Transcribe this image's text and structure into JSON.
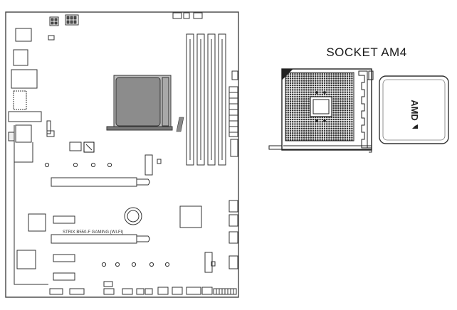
{
  "figure": {
    "title": "SOCKET AM4",
    "board_model": "STRIX B550-F GAMING (WI-FI)",
    "cpu_logo_text": "AMD",
    "colors": {
      "line": "#333333",
      "cpu_fill": "#7a7a7a",
      "cpu_outer": "#a3a3a3",
      "background": "#ffffff"
    }
  }
}
